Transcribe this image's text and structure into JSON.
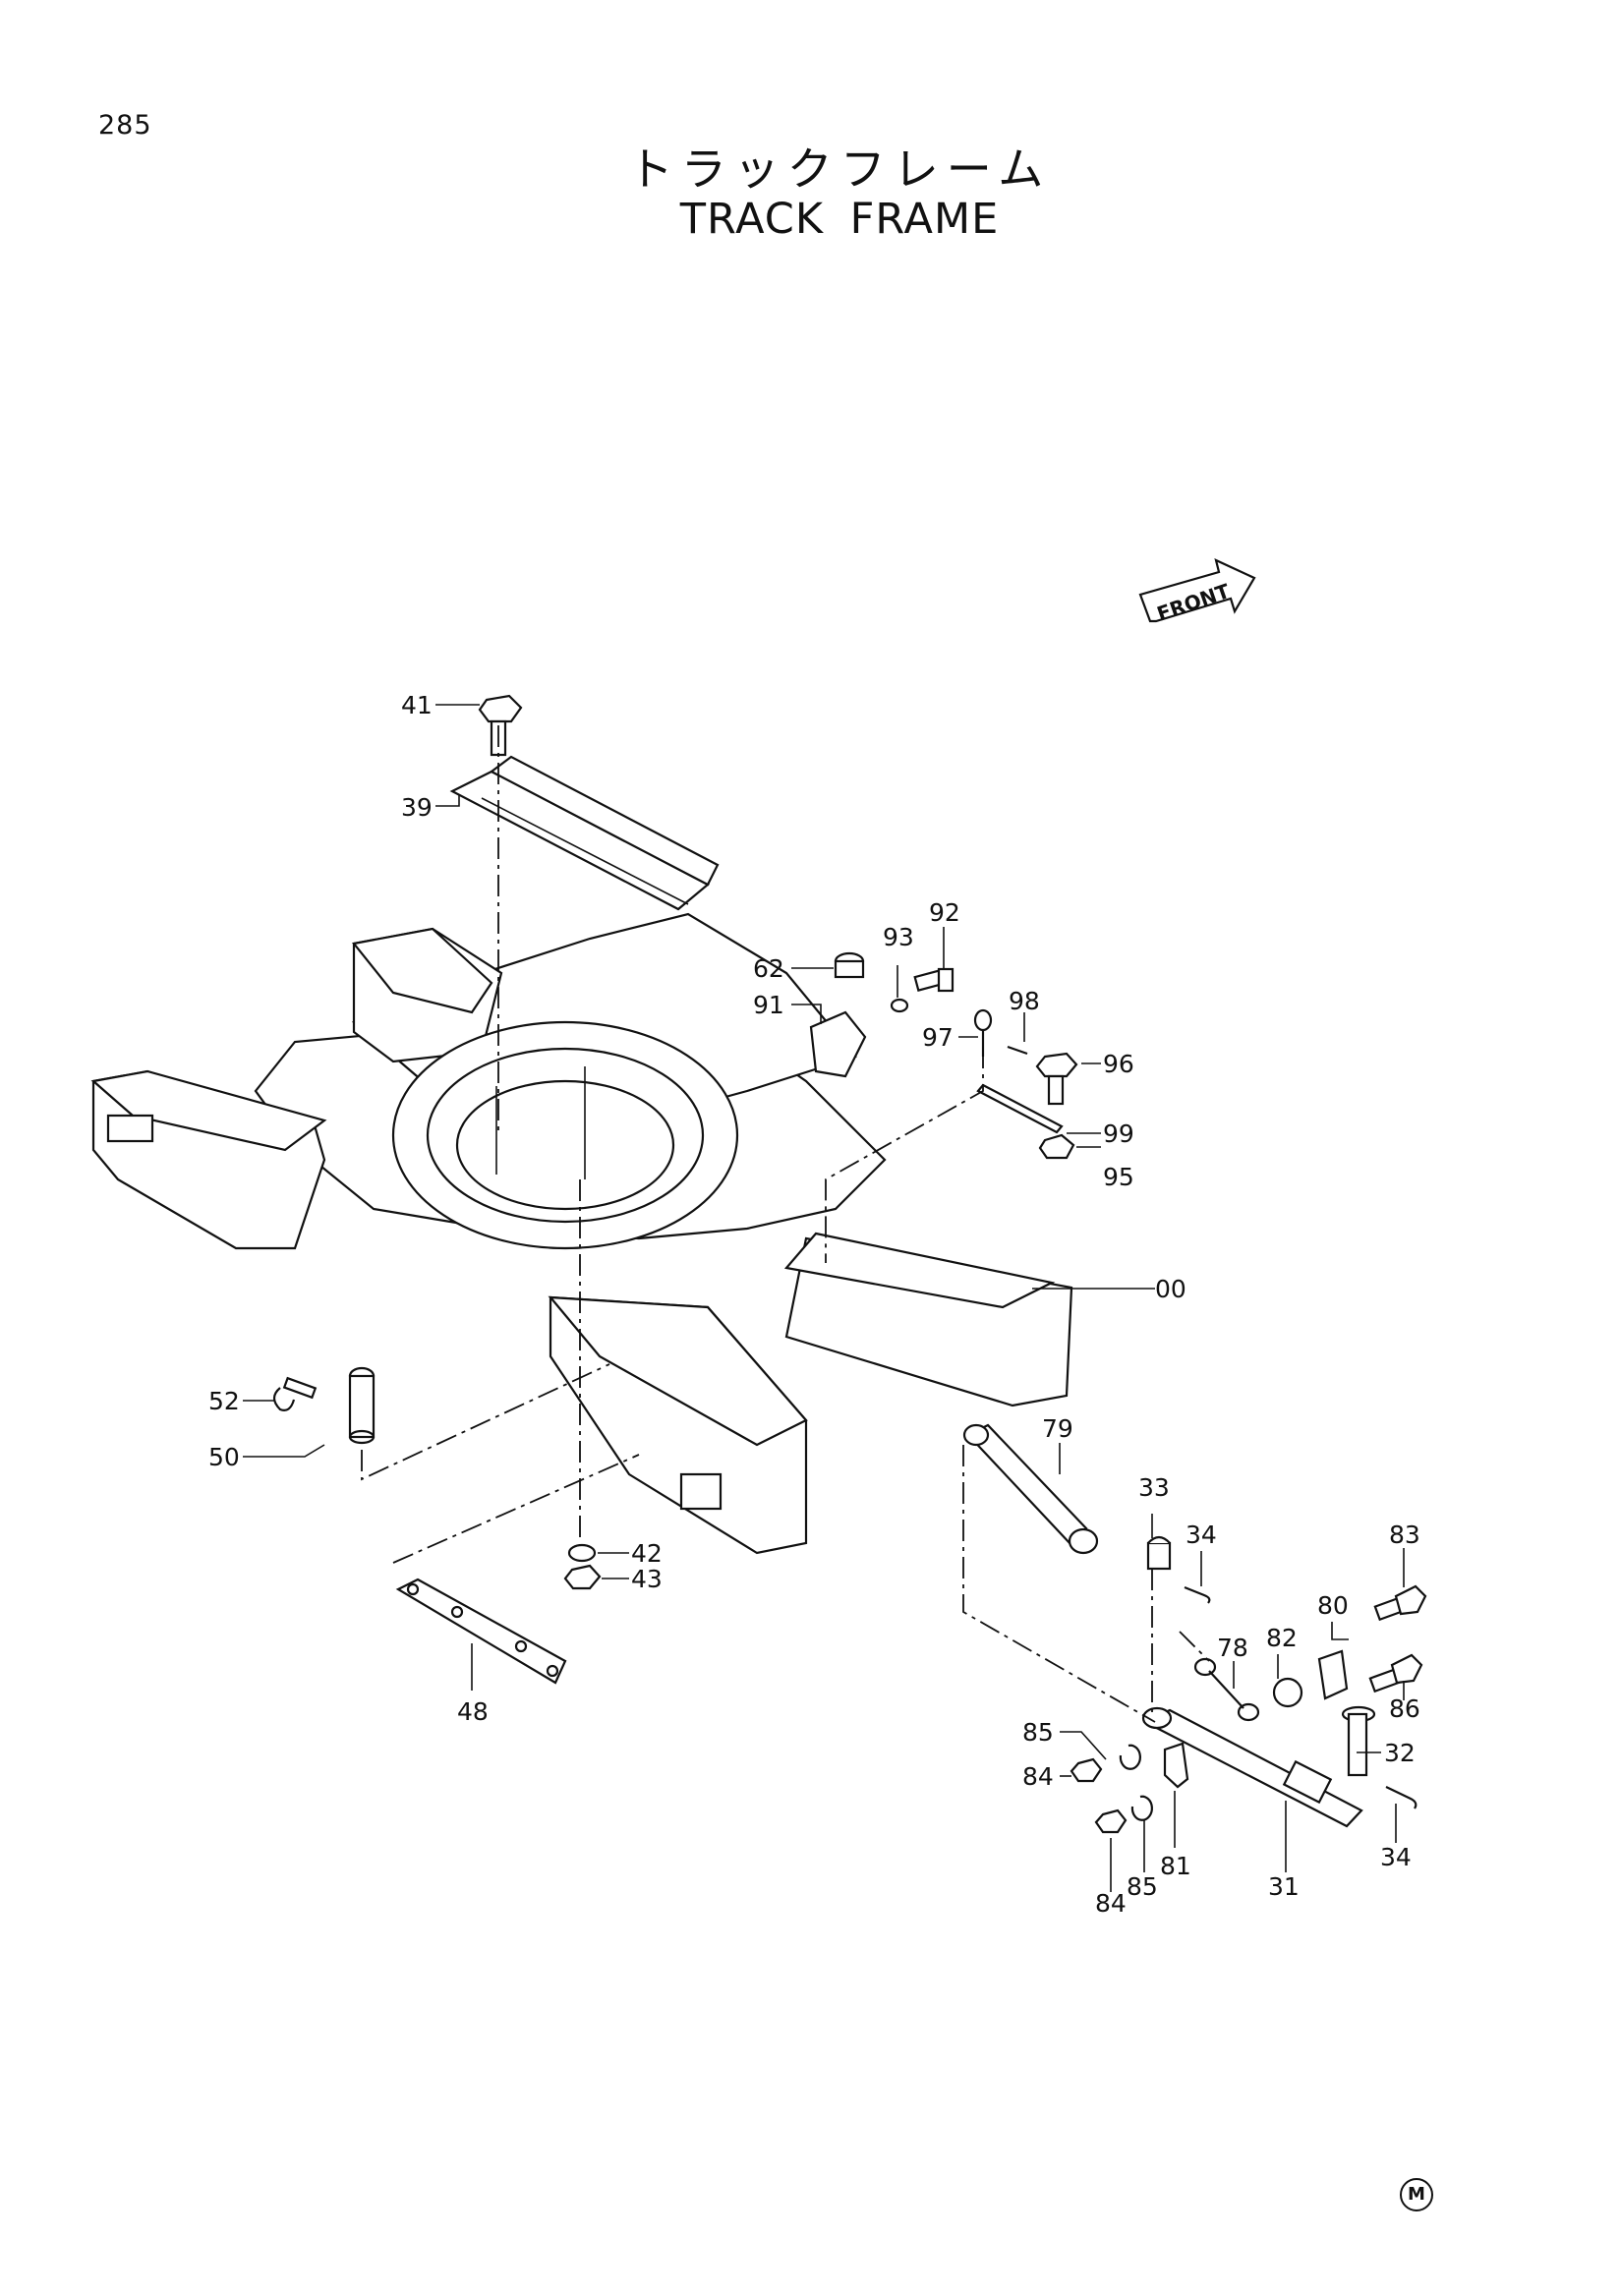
{
  "page": {
    "number": "285"
  },
  "title": {
    "japanese": "トラックフレーム",
    "english": "TRACK FRAME"
  },
  "front_arrow": {
    "label": "FRONT"
  },
  "corner_mark": {
    "symbol": "M"
  },
  "callouts": [
    "41",
    "39",
    "62",
    "93",
    "92",
    "91",
    "98",
    "97",
    "96",
    "99",
    "95",
    "00",
    "52",
    "50",
    "79",
    "33",
    "34",
    "83",
    "42",
    "43",
    "78",
    "82",
    "80",
    "86",
    "48",
    "85",
    "84",
    "32",
    "81",
    "31",
    "84",
    "85",
    "34"
  ]
}
